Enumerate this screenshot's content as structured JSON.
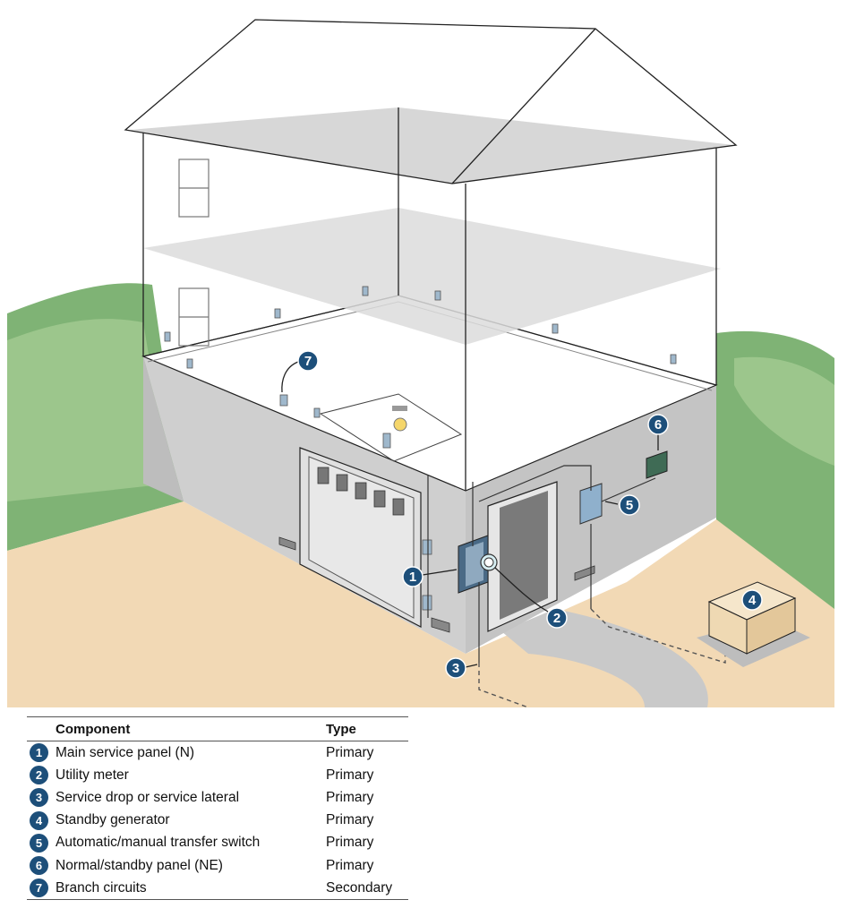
{
  "colors": {
    "badge": "#1d4f7a",
    "grass": "#7fb375",
    "ground": "#f2d9b5",
    "wall": "#cfcfcf",
    "floor": "#d9d9d9"
  },
  "callouts": [
    {
      "number": "1"
    },
    {
      "number": "2"
    },
    {
      "number": "3"
    },
    {
      "number": "4"
    },
    {
      "number": "5"
    },
    {
      "number": "6"
    },
    {
      "number": "7"
    }
  ],
  "legend": {
    "header_component": "Component",
    "header_type": "Type",
    "rows": [
      {
        "number": "1",
        "component": "Main service panel (N)",
        "type": "Primary"
      },
      {
        "number": "2",
        "component": "Utility meter",
        "type": "Primary"
      },
      {
        "number": "3",
        "component": "Service drop or service lateral",
        "type": "Primary"
      },
      {
        "number": "4",
        "component": "Standby generator",
        "type": "Primary"
      },
      {
        "number": "5",
        "component": "Automatic/manual transfer switch",
        "type": "Primary"
      },
      {
        "number": "6",
        "component": "Normal/standby panel (NE)",
        "type": "Primary"
      },
      {
        "number": "7",
        "component": "Branch circuits",
        "type": "Secondary"
      }
    ]
  }
}
